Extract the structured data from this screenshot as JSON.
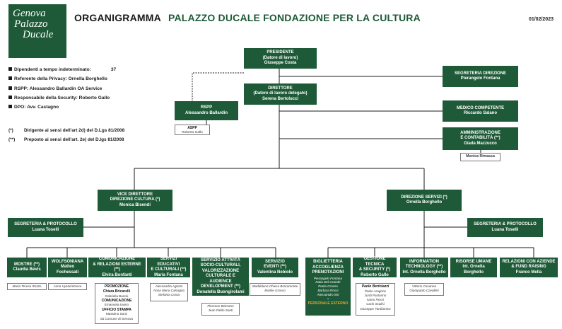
{
  "logo": {
    "line1": "Genova",
    "line2": "Palazzo",
    "line3": "Ducale"
  },
  "header": {
    "title": "ORGANIGRAMMA",
    "subtitle": "PALAZZO DUCALE FONDAZIONE PER LA CULTURA",
    "date": "01/02/2023"
  },
  "legend": {
    "employees_label": "Dipendenti a tempo indeterminato:",
    "employees_count": "37",
    "privacy": "Referente della Privacy: Ornella Borghello",
    "rspp": "RSPP: Alessandro Ballardin OA Service",
    "security": "Responsabile della Security: Roberto Gallo",
    "dpo": "DPO: Avv. Castagno"
  },
  "notes": {
    "n1_key": "(*)",
    "n1_text": "Dirigente ai sensi dell'art 2d) del D.Lgs 81/2008",
    "n2_key": "(**)",
    "n2_text": "Preposto ai sensi dell'art. 2e) del D.lgs 81/2008"
  },
  "top": {
    "presidente": {
      "l1": "PRESIDENTE",
      "l2": "(Datore di lavoro)",
      "name": "Giuseppe Costa"
    },
    "direttore": {
      "l1": "DIRETTORE",
      "l2": "(Datore di lavoro delegato)",
      "name": "Serena Bertolucci"
    },
    "rspp": {
      "l1": "RSPP",
      "name": "Alessandro Ballardin"
    },
    "aspp": {
      "l1": "ASPP",
      "name": "Roberto Gallo"
    },
    "segreteria_direzione": {
      "l1": "SEGRETERIA DIREZIONE",
      "name": "Pierangelo Fontana"
    },
    "medico": {
      "l1": "MEDICO COMPETENTE",
      "name": "Riccardo Salano"
    },
    "amministrazione": {
      "l1": "AMMINISTRAZIONE",
      "l2": "E CONTABILITÀ (**)",
      "name": "Giada Mazzucco"
    },
    "amministrazione_sub": "Monica Rimassa"
  },
  "mid": {
    "vice": {
      "l1": "VICE DIRETTORE",
      "l2": "DIREZIONE CULTURA (*)",
      "name": "Monica Bisendi"
    },
    "servizi": {
      "l1": "DIREZIONE SERVIZI (*)",
      "name": "Ornella Borghello"
    },
    "seg_left": {
      "l1": "SEGRETERIA & PROTOCOLLO",
      "name": "Luana Toselli"
    },
    "seg_right": {
      "l1": "SEGRETERIA & PROTOCOLLO",
      "name": "Luana Toselli"
    }
  },
  "units": {
    "mostre": {
      "l1": "MOSTRE (**)",
      "name": "Claudia Bevis",
      "sub": "Maria Teresa Rozzo"
    },
    "wolfsoniana": {
      "l1": "WOLFSONIANA",
      "name": "Matteo Fochessati",
      "sub": "Anna Vyazemtseva"
    },
    "comunicazione": {
      "l1": "COMUNICAZIONE",
      "l2": "& RELAZIONI ESTERNE (**)",
      "name": "Elvira Bonfanti",
      "sub": {
        "h1": "PROMOZIONE",
        "h1b": "Chiara Bricarelli",
        "p1": "Gabriella Bareni",
        "h2": "COMUNICAZIONE",
        "p2": "Emanuela Iovino",
        "h3": "UFFICIO STAMPA",
        "p3": "Massimo Sorci",
        "p4": "da Comune di Genova"
      }
    },
    "educativi": {
      "l1": "SERVIZI EDUCATIVI",
      "l2": "E CULTURALI (**)",
      "name": "Maria Fontana",
      "sub": [
        "Alessandra Agosta",
        "Anna Maria Calcagno",
        "Stefania Costa"
      ]
    },
    "attivita": {
      "l1": "SERVIZIO ATTIVITÀ",
      "l2": "SOCIO-CULTURALI,",
      "l3": "VALORIZZAZIONE",
      "l4": "CULTURALE E AUDIENCE",
      "l5": "DEVELOPMENT (**)",
      "name": "Donatella Buongirolami",
      "sub": [
        "Florence Beimann",
        "Jean Pablo Santi"
      ]
    },
    "eventi": {
      "l1": "SERVIZIO",
      "l2": "EVENTI (**)",
      "name": "Valentina Nebiolo",
      "sub": [
        "Maddalena Chiesa Bracamonte",
        "Marilie Grasso"
      ]
    },
    "biglietteria": {
      "l1": "BIGLIETTERIA",
      "l2": "ACCOGLIENZA",
      "l3": "PRENOTAZIONI",
      "people": [
        "Pierangelo Fontana",
        "Katia Del Grande",
        "Paola Grosso",
        "Barbara Rossi",
        "Alessandro Siri"
      ],
      "plus": "+",
      "ext": "PERSONALE ESTERNO"
    },
    "tecnica": {
      "l1": "GESTIONE TECNICA",
      "l2": "& SECURITY (*)",
      "name": "Roberto Gallo",
      "sub_head": "Paolo Bertolazzi",
      "sub": [
        "Paolo Aragone",
        "Jordi Pastorino",
        "Ivano Rossi",
        "Carlo Scalisi",
        "Giuseppe Tardiamico"
      ]
    },
    "it": {
      "l1": "INFORMATION",
      "l2": "TECHNOLOGY (**)",
      "name": "Int. Ornella Borghello",
      "sub": [
        "Vittorio Cavanna",
        "Giampaolo Cavalleri"
      ]
    },
    "risorse": {
      "l1": "RISORSE UMANE",
      "name": "Int. Ornella Borghello"
    },
    "relazioni": {
      "l1": "RELAZIONI CON AZIENDE",
      "l2": "& FUND RAISING",
      "name": "Franco Mella"
    }
  }
}
